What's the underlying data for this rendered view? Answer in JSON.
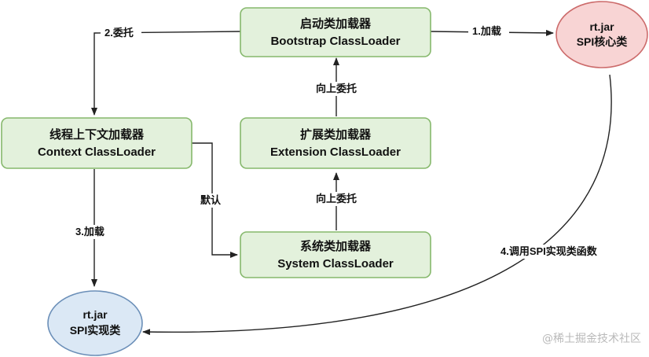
{
  "nodes": {
    "bootstrap": {
      "line1": "启动类加载器",
      "line2": "Bootstrap ClassLoader"
    },
    "extension": {
      "line1": "扩展类加载器",
      "line2": "Extension ClassLoader"
    },
    "system": {
      "line1": "系统类加载器",
      "line2": "System ClassLoader"
    },
    "context": {
      "line1": "线程上下文加载器",
      "line2": "Context ClassLoader"
    },
    "rtjar_core": {
      "line1": "rt.jar",
      "line2": "SPI核心类"
    },
    "rtjar_impl": {
      "line1": "rt.jar",
      "line2": "SPI实现类"
    }
  },
  "edges": {
    "load_core": "1.加载",
    "delegate": "2.委托",
    "load_impl": "3.加载",
    "call_impl": "4.调用SPI实现类函数",
    "default": "默认",
    "up_delegate_1": "向上委托",
    "up_delegate_2": "向上委托"
  },
  "watermark": "@稀土掘金技术社区",
  "colors": {
    "box_fill": "#e3f1dc",
    "box_stroke": "#86b86c",
    "ellipse_core_fill": "#f8d4d4",
    "ellipse_core_stroke": "#cc6b6b",
    "ellipse_impl_fill": "#dbe8f5",
    "ellipse_impl_stroke": "#6b8fb8",
    "line": "#222222"
  }
}
